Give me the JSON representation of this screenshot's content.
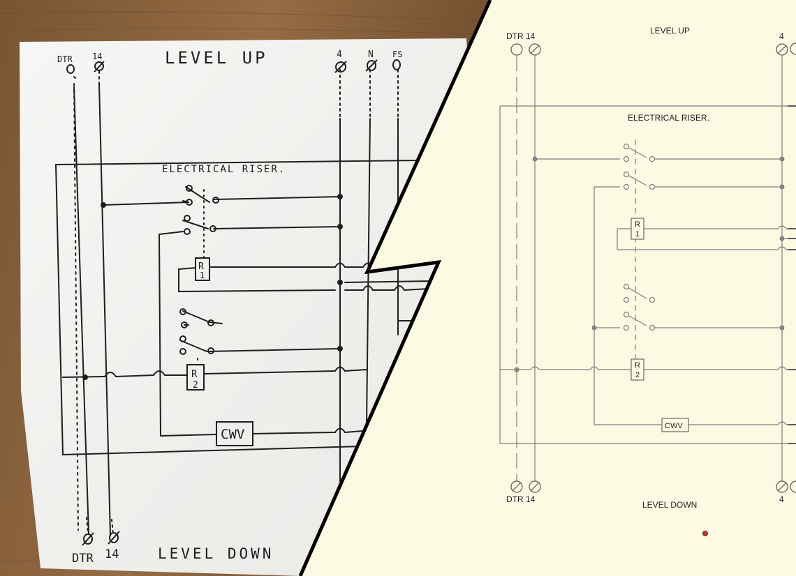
{
  "sketch": {
    "top_title": "LEVEL UP",
    "bottom_title": "LEVEL DOWN",
    "riser_label": "ELECTRICAL RISER.",
    "relay1": [
      "R",
      "1"
    ],
    "relay2": [
      "R",
      "2"
    ],
    "cwv": "CWV",
    "top_terminals": [
      "DTR",
      "14",
      "4",
      "N",
      "FS"
    ],
    "bottom_terminals": [
      "DTR",
      "14"
    ]
  },
  "cad": {
    "top_title": "LEVEL UP",
    "bottom_title": "LEVEL DOWN",
    "riser_label": "ELECTRICAL RISER.",
    "relay1": [
      "R",
      "1"
    ],
    "relay2": [
      "R",
      "2"
    ],
    "cwv": "CWV",
    "top_left_terminals": "DTR 14",
    "top_right_terminal": "4",
    "bottom_left_terminals": "DTR 14",
    "bottom_right_terminal": "4"
  },
  "colors": {
    "wood": "#8a6440",
    "paper": "#f4f4f2",
    "cad_background": "#fdfae3",
    "ink": "#1e1e1e",
    "cad_line": "#7d7d7d",
    "divider": "#000000"
  }
}
